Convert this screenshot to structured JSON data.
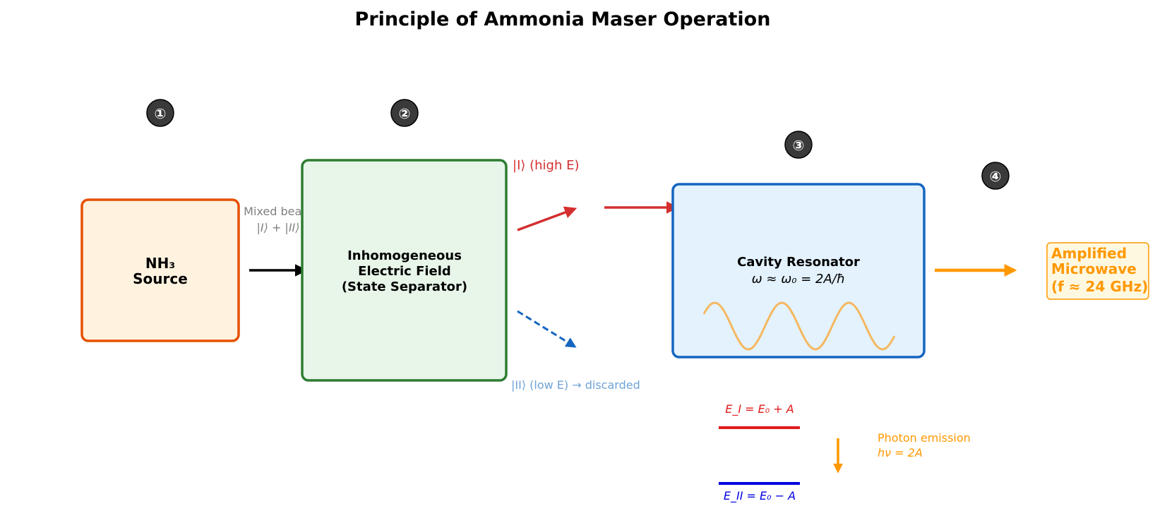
{
  "title": "Principle of Ammonia Maser Operation",
  "steps": [
    "①",
    "②",
    "③",
    "④"
  ],
  "source": {
    "line1": "NH₃",
    "line2": "Source"
  },
  "mixed_beam": {
    "line1": "Mixed beam",
    "line2": "|I⟩ + |II⟩"
  },
  "separator": {
    "line1": "Inhomogeneous",
    "line2": "Electric Field",
    "line3": "(State Separator)"
  },
  "high_state_label": "|I⟩ (high E)",
  "low_state_label": "|II⟩ (low E) → discarded",
  "cavity": {
    "line1": "Cavity Resonator",
    "line2": "ω ≈ ω₀ = 2A/ħ"
  },
  "output": {
    "line1": "Amplified",
    "line2": "Microwave",
    "line3": "(f ≈ 24 GHz)"
  },
  "energy_upper": "E_I = E₀ + A",
  "energy_lower": "E_II = E₀ − A",
  "photon": {
    "line1": "Photon emission",
    "line2": "hν = 2A"
  },
  "colors": {
    "source_border": "#e65100",
    "source_fill": "#fff3e0",
    "separator_border": "#2e7d32",
    "separator_fill": "#e8f5e9",
    "cavity_border": "#1565c0",
    "cavity_fill": "#e3f2fd",
    "high_state": "#d32f2f",
    "low_state": "#1565c0",
    "low_label": "#6fa3d6",
    "output": "#ff9800",
    "output_fill": "#fff8e1",
    "wave": "#f5b860",
    "upper_level": "#e01b1b",
    "lower_level": "#0000e0",
    "step_badge": "#3a3a3a"
  }
}
